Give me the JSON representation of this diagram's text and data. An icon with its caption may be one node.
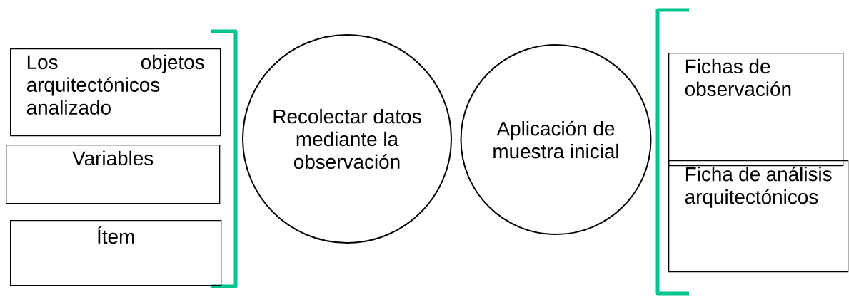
{
  "diagram": {
    "nodes": [
      {
        "text": [
          "Los objetos arquitectónicos analizado"
        ]
      },
      {
        "text": [
          "Variables"
        ]
      },
      {
        "text": [
          "Ítem"
        ]
      },
      {
        "text": [
          "Recolectar datos mediante la observación"
        ]
      },
      {
        "text": [
          "Aplicación de muestra inicial"
        ]
      },
      {
        "text": [
          "Fichas de observación"
        ]
      },
      {
        "text": [
          "Ficha de análisis arquitectónicos"
        ]
      }
    ]
  }
}
